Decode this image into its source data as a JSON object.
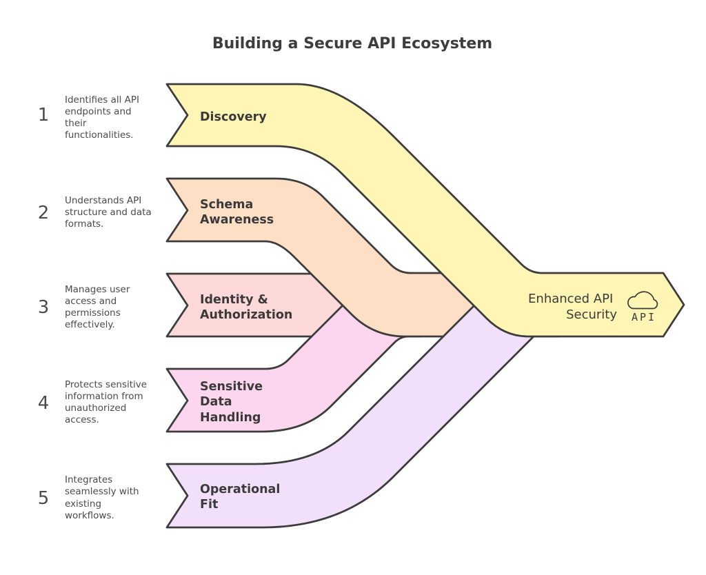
{
  "title": "Building a Secure API Ecosystem",
  "steps": [
    {
      "number": "1",
      "label": "Discovery",
      "label_lines": [
        "Discovery"
      ],
      "description": "Identifies all API endpoints and their functionalities.",
      "description_lines": [
        "Identifies all API",
        "endpoints and",
        "their",
        "functionalities."
      ],
      "color": "#FFF5B5"
    },
    {
      "number": "2",
      "label": "Schema Awareness",
      "label_lines": [
        "Schema",
        "Awareness"
      ],
      "description": "Understands API structure and data formats.",
      "description_lines": [
        "Understands API",
        "structure and data",
        "formats."
      ],
      "color": "#FDDFC6"
    },
    {
      "number": "3",
      "label": "Identity & Authorization",
      "label_lines": [
        "Identity &",
        "Authorization"
      ],
      "description": "Manages user access and permissions effectively.",
      "description_lines": [
        "Manages user",
        "access and",
        "permissions",
        "effectively."
      ],
      "color": "#FDD9D9"
    },
    {
      "number": "4",
      "label": "Sensitive Data Handling",
      "label_lines": [
        "Sensitive",
        "Data",
        "Handling"
      ],
      "description": "Protects sensitive information from unauthorized access.",
      "description_lines": [
        "Protects sensitive",
        "information from",
        "unauthorized",
        "access."
      ],
      "color": "#FCD6EE"
    },
    {
      "number": "5",
      "label": "Operational Fit",
      "label_lines": [
        "Operational",
        "Fit"
      ],
      "description": "Integrates seamlessly with existing workflows.",
      "description_lines": [
        "Integrates",
        "seamlessly with",
        "existing",
        "workflows."
      ],
      "color": "#F2E0FA"
    }
  ],
  "outcome": {
    "label": "Enhanced API Security",
    "label_lines": [
      "Enhanced API",
      "Security"
    ],
    "icon": "cloud-api-icon",
    "icon_caption": "API",
    "color": "#FFF5B5"
  },
  "colors": {
    "outline": "#3C3C3C",
    "title_text": "#3D3D3D",
    "label_text": "#3A3A3A",
    "body_text": "#4A4A4A",
    "icon_stroke": "#3A3A3A"
  }
}
